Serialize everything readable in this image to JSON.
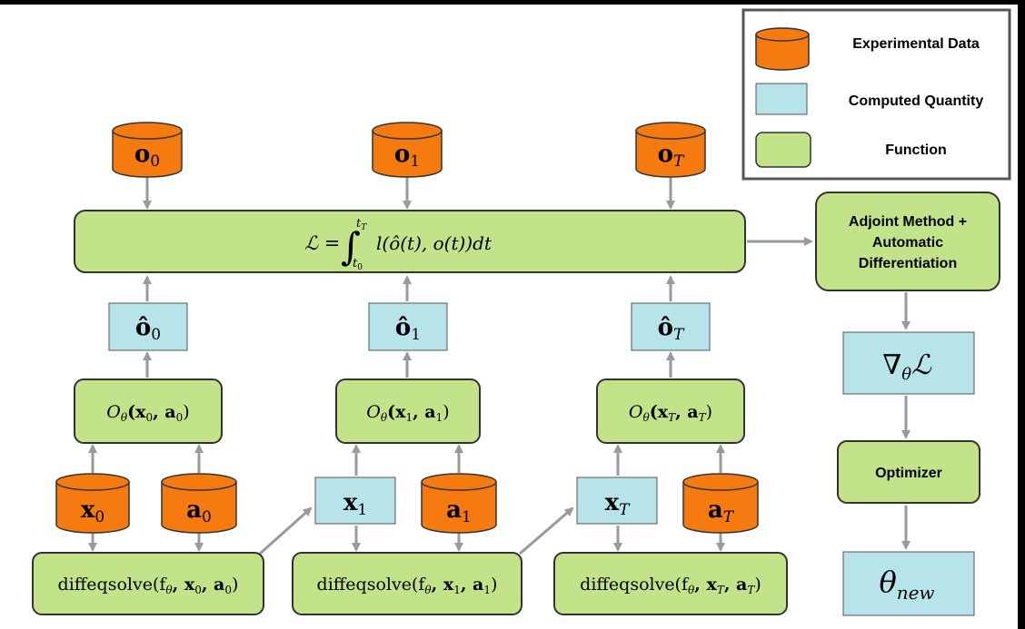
{
  "colors": {
    "data_fill": "#f57a0f",
    "computed_fill": "#b7e3ea",
    "function_fill": "#c3e38a",
    "stroke": "#333333",
    "arrow": "#9a9a9a"
  },
  "legend": {
    "experimental_data": "Experimental Data",
    "computed_quantity": "Computed Quantity",
    "function": "Function"
  },
  "loss": {
    "lhs": "ℒ = ",
    "integral": "∫",
    "upper": "t",
    "upper_sub": "T",
    "lower": "t",
    "lower_sub": "0",
    "rhs": "l(ô(t), o(t))dt"
  },
  "observations": [
    {
      "base": "o",
      "sub": "0"
    },
    {
      "base": "o",
      "sub": "1"
    },
    {
      "base": "o",
      "sub": "T"
    }
  ],
  "predictions": [
    {
      "base": "ô",
      "sub": "0"
    },
    {
      "base": "ô",
      "sub": "1"
    },
    {
      "base": "ô",
      "sub": "T"
    }
  ],
  "observation_fns": [
    {
      "func": "O",
      "func_sub": "θ",
      "args": "(x",
      "sub1": "0",
      "mid": ", a",
      "sub2": "0",
      "end": ")"
    },
    {
      "func": "O",
      "func_sub": "θ",
      "args": "(x",
      "sub1": "1",
      "mid": ", a",
      "sub2": "1",
      "end": ")"
    },
    {
      "func": "O",
      "func_sub": "θ",
      "args": "(x",
      "sub1": "T",
      "mid": ", a",
      "sub2": "T",
      "end": ")"
    }
  ],
  "states": [
    {
      "base": "x",
      "sub": "0"
    },
    {
      "base": "x",
      "sub": "1"
    },
    {
      "base": "x",
      "sub": "T"
    }
  ],
  "actions": [
    {
      "base": "a",
      "sub": "0"
    },
    {
      "base": "a",
      "sub": "1"
    },
    {
      "base": "a",
      "sub": "T"
    }
  ],
  "solvers": [
    {
      "pre": "diffeqsolve(f",
      "fsub": "θ",
      "a": ", x",
      "asub": "0",
      "b": ", a",
      "bsub": "0",
      "end": ")"
    },
    {
      "pre": "diffeqsolve(f",
      "fsub": "θ",
      "a": ", x",
      "asub": "1",
      "b": ", a",
      "bsub": "1",
      "end": ")"
    },
    {
      "pre": "diffeqsolve(f",
      "fsub": "θ",
      "a": ", x",
      "asub": "T",
      "b": ", a",
      "bsub": "T",
      "end": ")"
    }
  ],
  "adjoint": {
    "line1": "Adjoint Method +",
    "line2": "Automatic",
    "line3": "Differentiation"
  },
  "gradient": {
    "nabla": "∇",
    "sub": "θ",
    "loss": "ℒ"
  },
  "optimizer": "Optimizer",
  "theta_new": {
    "base": "θ",
    "sub": "new"
  }
}
